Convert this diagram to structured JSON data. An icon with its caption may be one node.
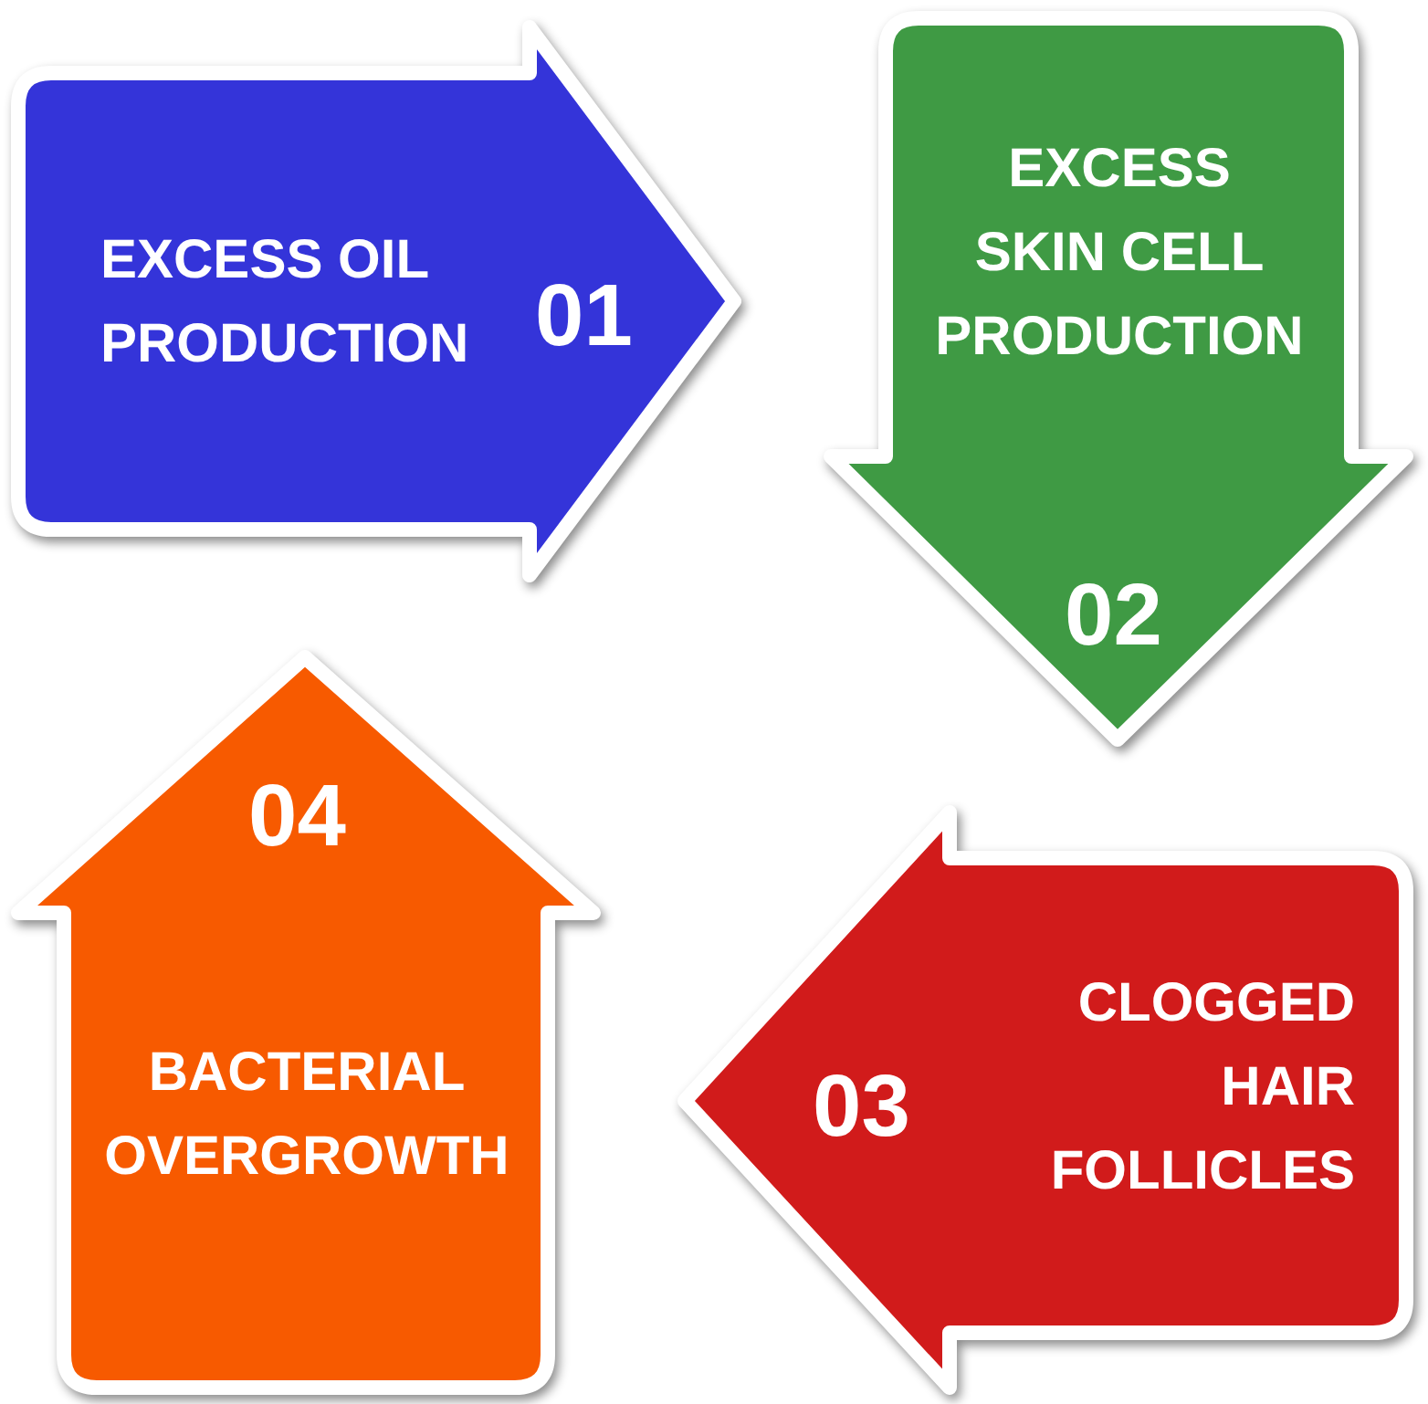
{
  "diagram": {
    "nodes": [
      {
        "text": [
          "EXCESS OIL PRODUCTION",
          "01"
        ]
      },
      {
        "text": [
          "EXCESS SKIN CELL PRODUCTION",
          "02"
        ]
      },
      {
        "text": [
          "03",
          "CLOGGED HAIR FOLLICLES"
        ]
      },
      {
        "text": [
          "04",
          "BACTERIAL OVERGROWTH"
        ]
      }
    ]
  }
}
